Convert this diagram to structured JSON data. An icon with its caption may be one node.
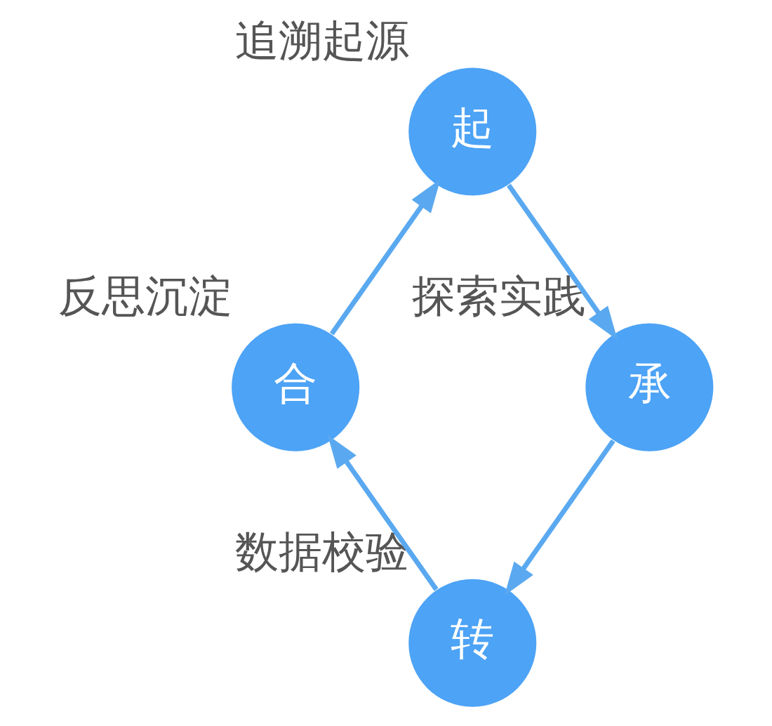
{
  "diagram": {
    "nodes": [
      {
        "text": [
          "起"
        ],
        "beside": [
          "追溯起源"
        ]
      },
      {
        "text": [
          "承"
        ],
        "beside": [
          "探索实践"
        ]
      },
      {
        "text": [
          "转"
        ],
        "beside": [
          "数据校验"
        ]
      },
      {
        "text": [
          "合"
        ],
        "beside": [
          "反思沉淀"
        ]
      }
    ],
    "edges": [
      {
        "from": 3,
        "to": 0,
        "arrow": "to"
      },
      {
        "from": 0,
        "to": 1,
        "arrow": "to"
      },
      {
        "from": 1,
        "to": 2,
        "arrow": "to"
      },
      {
        "from": 2,
        "to": 3,
        "arrow": "to"
      }
    ]
  }
}
